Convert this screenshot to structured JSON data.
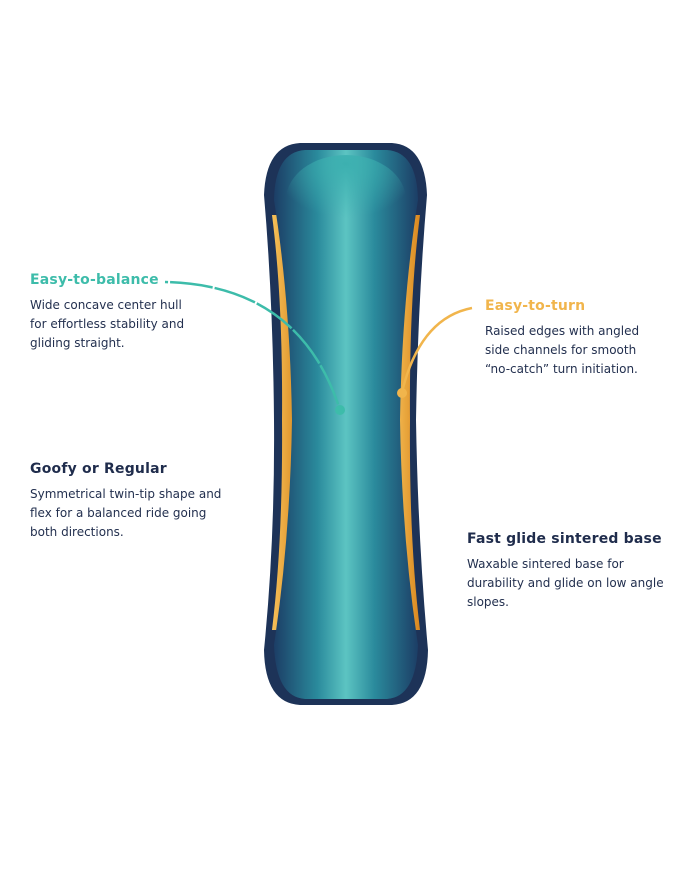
{
  "features": [
    {
      "title": "Easy-to-balance",
      "description": [
        "Wide concave center hull",
        "for effortless stability and",
        "gliding straight."
      ]
    },
    {
      "title": "Easy-to-turn",
      "description": [
        "Raised edges with angled",
        "side channels for smooth",
        "“no-catch” turn initiation."
      ]
    },
    {
      "title": "Goofy or Regular",
      "description": [
        "Symmetrical twin-tip shape and",
        "flex for a balanced ride going",
        "both directions."
      ]
    },
    {
      "title": "Fast glide sintered base",
      "description": [
        "Waxable sintered base for",
        "durability and glide on low angle",
        "slopes."
      ]
    }
  ],
  "colors": {
    "teal": "#3dbcaa",
    "orange": "#f1b54c",
    "navy": "#1f2c4c"
  }
}
